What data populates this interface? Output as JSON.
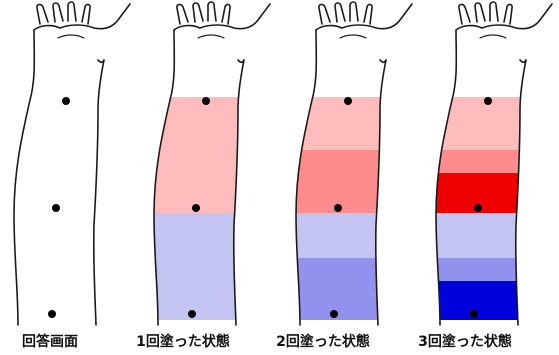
{
  "panels": [
    {
      "caption": "回答画面",
      "bands": [],
      "dots": 3
    },
    {
      "caption": "1回塗った状態",
      "bands": [
        {
          "color": "#ffbcbc"
        },
        {
          "color": "#c4c4f2"
        }
      ],
      "dots": 3
    },
    {
      "caption": "2回塗った状態",
      "bands": [
        {
          "color": "#ffbcbc"
        },
        {
          "color": "#ff8c8c"
        },
        {
          "color": "#c4c4f2"
        },
        {
          "color": "#9292ee"
        }
      ],
      "dots": 3
    },
    {
      "caption": "3回塗った状態",
      "bands": [
        {
          "color": "#ffbcbc"
        },
        {
          "color": "#ff8c8c"
        },
        {
          "color": "#ee0000"
        },
        {
          "color": "#c4c4f2"
        },
        {
          "color": "#9292ee"
        },
        {
          "color": "#0000dd"
        }
      ],
      "dots": 3
    }
  ],
  "colors": {
    "outline": "#1a1a1a",
    "dot": "#000000"
  }
}
